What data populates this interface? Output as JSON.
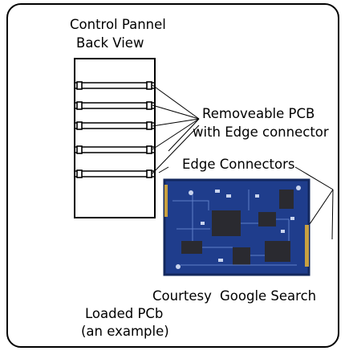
{
  "labels": {
    "panel_title_line1": "Control Pannel",
    "panel_title_line2": "Back View",
    "pcb_label_line1": "Removeable  PCB",
    "pcb_label_line2": "with Edge connector",
    "edge_connectors": "Edge Connectors",
    "courtesy": "Courtesy",
    "google_search": "Google Search",
    "loaded_line1": "Loaded PCb",
    "loaded_line2": "(an example)"
  },
  "colors": {
    "board": "#1f3d8c",
    "board_dark": "#13285e",
    "chip": "#2a2a30",
    "trace": "#5f7fc8",
    "connector": "#c8a040"
  }
}
